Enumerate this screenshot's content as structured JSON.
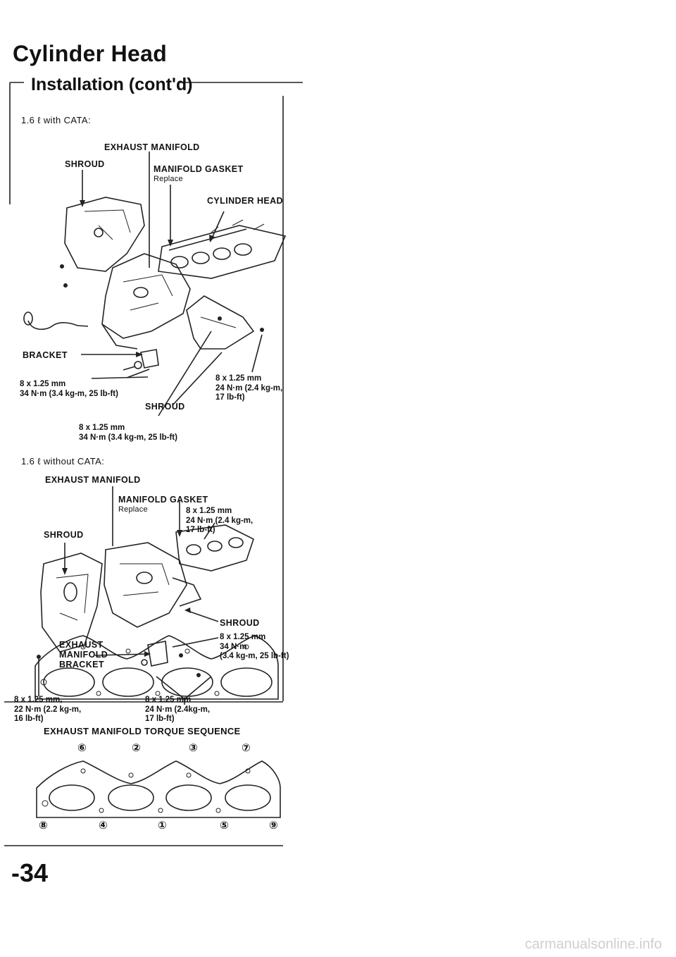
{
  "header": {
    "title": "Cylinder Head",
    "subtitle": "Installation (cont'd)"
  },
  "section_cata": {
    "heading": "1.6 ℓ with CATA:",
    "labels": {
      "exhaust_manifold": "EXHAUST MANIFOLD",
      "shroud_top": "SHROUD",
      "manifold_gasket": "MANIFOLD GASKET",
      "replace": "Replace",
      "cylinder_head": "CYLINDER HEAD",
      "bracket": "BRACKET",
      "shroud_bottom": "SHROUD"
    },
    "specs": {
      "left": [
        "8 x 1.25 mm",
        "34 N·m (3.4 kg-m, 25 lb-ft)"
      ],
      "bottom": [
        "8 x 1.25 mm",
        "34 N·m (3.4 kg-m, 25 lb-ft)"
      ],
      "right": [
        "8 x 1.25 mm",
        "24 N·m (2.4 kg-m,",
        "17 lb-ft)"
      ]
    }
  },
  "section_nocata": {
    "heading": "1.6 ℓ without CATA:",
    "labels": {
      "exhaust_manifold": "EXHAUST MANIFOLD",
      "manifold_gasket": "MANIFOLD GASKET",
      "replace": "Replace",
      "shroud_left": "SHROUD",
      "shroud_right": "SHROUD",
      "bracket": [
        "EXHAUST",
        "MANIFOLD",
        "BRACKET"
      ]
    },
    "specs": {
      "top_right": [
        "8 x 1.25 mm",
        "24 N·m (2.4 kg-m,",
        "17 lb-ft)"
      ],
      "mid_right": [
        "8 x 1.25 mm",
        "34 N·m",
        "(3.4 kg-m, 25 lb-ft)"
      ],
      "bottom_left": [
        "8 x 1.25 mm,",
        "22 N·m (2.2 kg-m,",
        "16 lb-ft)"
      ],
      "bottom_mid": [
        "8 x 1.25 mm",
        "24 N·m (2.4kg-m,",
        "17 lb-ft)"
      ]
    }
  },
  "torque_sequence": {
    "heading": "EXHAUST MANIFOLD TORQUE SEQUENCE",
    "top_numbers": [
      "⑥",
      "②",
      "③",
      "⑦"
    ],
    "bottom_numbers": [
      "⑧",
      "④",
      "①",
      "⑤",
      "⑨"
    ]
  },
  "page_number": "-34",
  "footer": "carmanualsonline.info"
}
